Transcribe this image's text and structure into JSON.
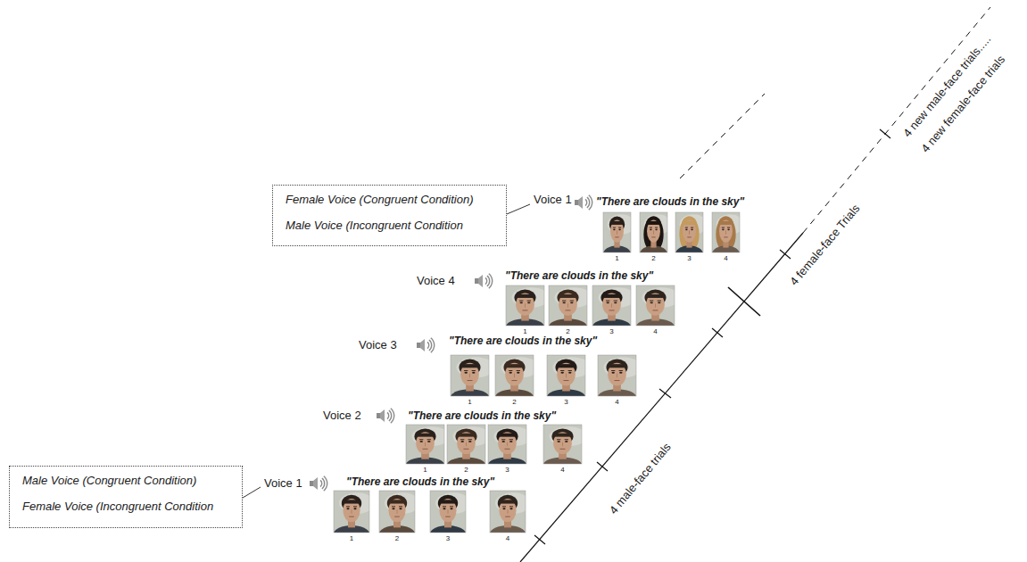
{
  "diagram": {
    "nodes": [
      {
        "text": [
          "Female Voice (Congruent Condition)",
          "Male Voice (Incongruent Condition"
        ]
      },
      {
        "text": [
          "Male Voice (Congruent Condition)",
          "Female Voice (Incongruent Condition"
        ]
      }
    ],
    "labels": [
      "4 new male-face trials.....",
      "4 new female-face trials",
      "Voice 1",
      "\"There are clouds in the sky\"",
      "1",
      "2",
      "3",
      "4",
      "4 female-face Trials",
      "Voice 4",
      "\"There are clouds in the sky\"",
      "1",
      "2",
      "3",
      "4",
      "Voice 3",
      "\"There are clouds in the sky\"",
      "1",
      "2",
      "3",
      "4",
      "Voice 2",
      "\"There are clouds in the sky\"",
      "1",
      "2",
      "3",
      "4",
      "4 male-face trials",
      "Voice 1",
      "\"There are clouds in the sky\"",
      "1",
      "2",
      "3",
      "4"
    ]
  }
}
